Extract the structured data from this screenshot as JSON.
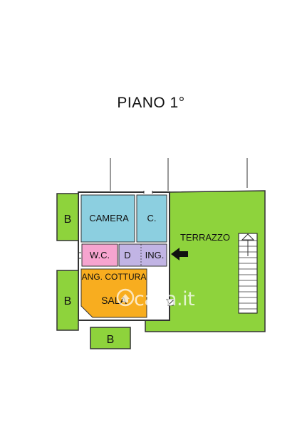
{
  "title": "PIANO 1°",
  "watermark": "casa.it",
  "rooms": {
    "camera": "CAMERA",
    "closet": "C.",
    "terrazzo": "TERRAZZO",
    "wc": "W.C.",
    "disimpegno": "D",
    "ingresso": "ING.",
    "angolo_cottura": "ANG. COTTURA",
    "sala": "SALA",
    "balcony_top": "B",
    "balcony_middle": "B",
    "balcony_bottom": "B"
  },
  "colors": {
    "green": "#8ed33c",
    "blue": "#8ccfe0",
    "pink": "#f6a4cf",
    "purple": "#c1b4e4",
    "orange": "#f8ad1f",
    "wall": "#333333"
  }
}
